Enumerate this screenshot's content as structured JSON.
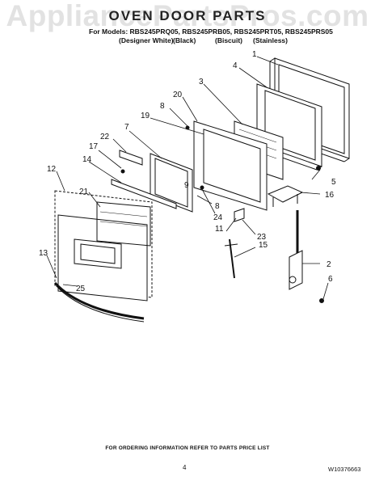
{
  "watermark": "AppliancePartsPros.com",
  "title": "OVEN DOOR PARTS",
  "models_line": "For Models: RBS245PRQ05, RBS245PRB05, RBS245PRT05, RBS245PRS05",
  "variants": [
    "(Designer White)",
    "(Black)",
    "(Biscuit)",
    "(Stainless)"
  ],
  "callouts": [
    "1",
    "2",
    "3",
    "4",
    "5",
    "6",
    "7",
    "8",
    "8",
    "9",
    "11",
    "12",
    "13",
    "14",
    "15",
    "16",
    "17",
    "19",
    "20",
    "21",
    "22",
    "23",
    "24",
    "25"
  ],
  "footer_note": "FOR ORDERING INFORMATION REFER TO PARTS PRICE LIST",
  "page_number": "4",
  "document_number": "W10376663"
}
